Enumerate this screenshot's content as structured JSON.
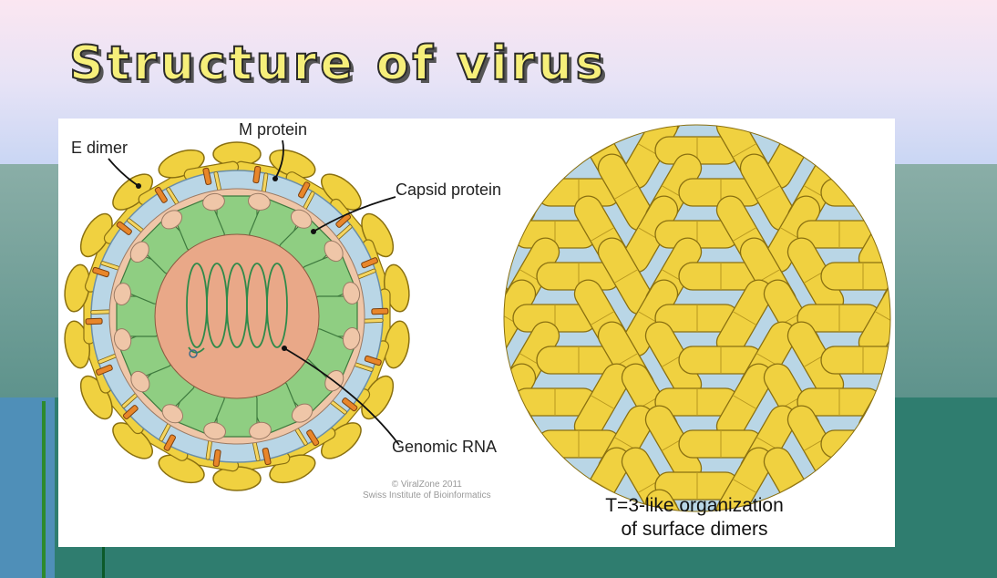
{
  "slide": {
    "title": "Structure of virus"
  },
  "diagram": {
    "labels": {
      "e_dimer": "E dimer",
      "m_protein": "M protein",
      "capsid_protein": "Capsid protein",
      "genomic_rna": "Genomic RNA"
    },
    "credit": {
      "line1": "© ViralZone 2011",
      "line2": "Swiss Institute of Bioinformatics"
    },
    "caption": {
      "line1": "T=3-like organization",
      "line2": "of surface dimers"
    },
    "colors": {
      "envelope_protein": "#f0d140",
      "membrane": "#b9d6e6",
      "capsid_layer": "#efc6a8",
      "capsid_segments": "#8fce82",
      "core": "#e9a888",
      "m_protein": "#e8862a",
      "rna": "#2f8a4a"
    }
  }
}
